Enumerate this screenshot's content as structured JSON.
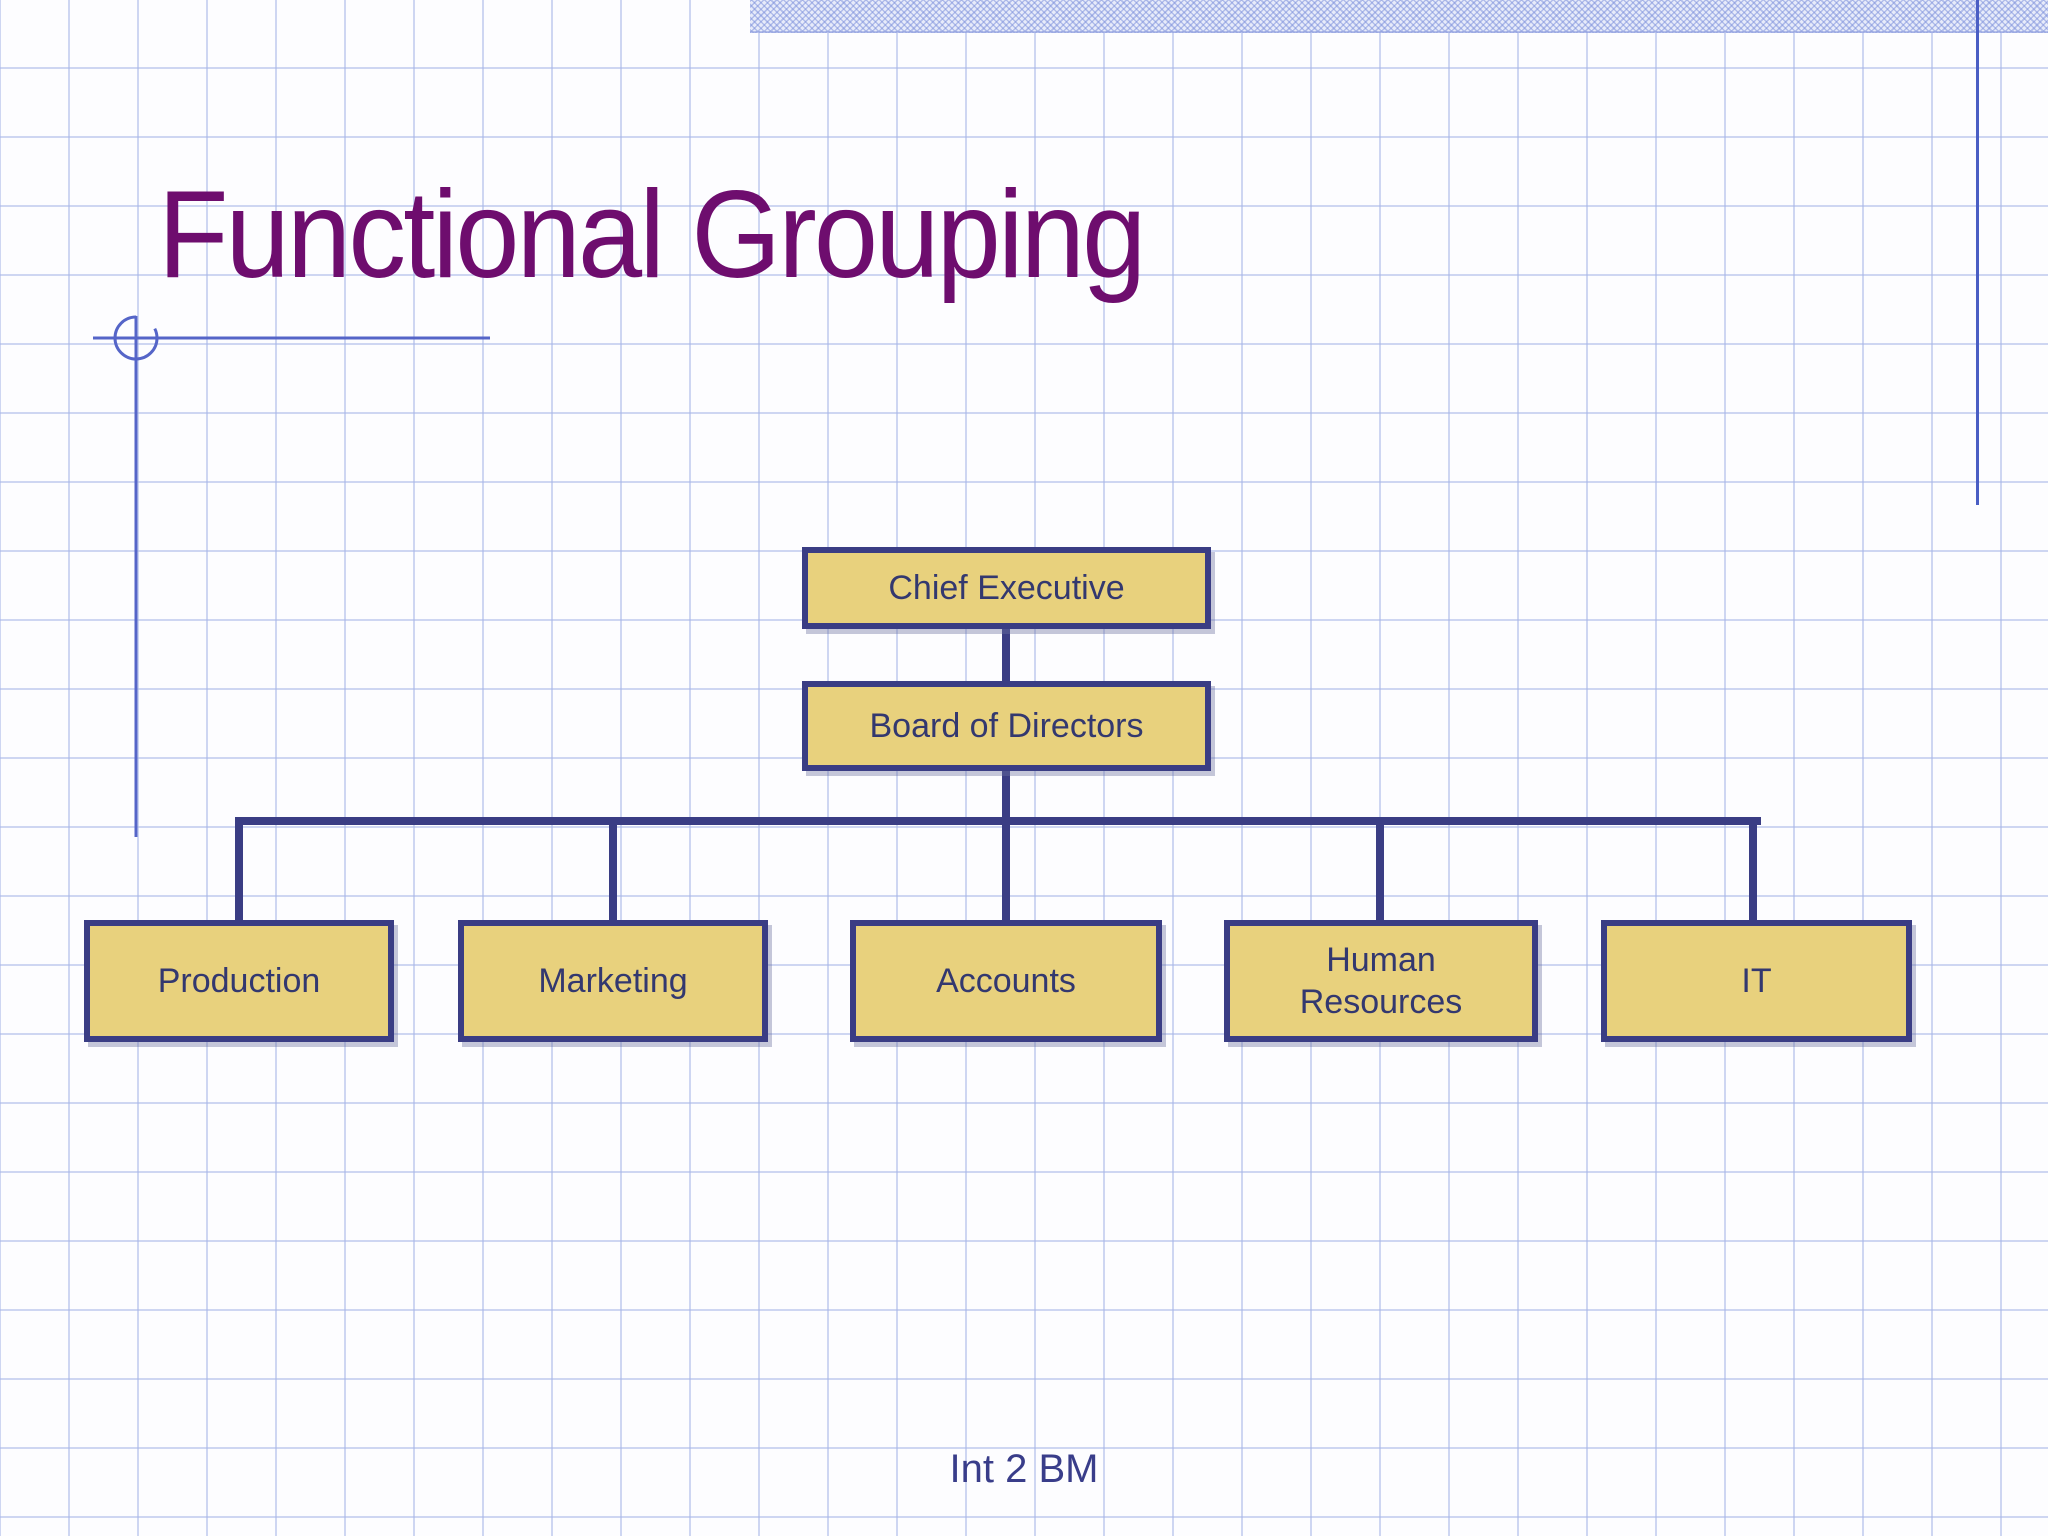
{
  "slide": {
    "title": "Functional Grouping",
    "footer": "Int 2 BM"
  },
  "org_chart": {
    "type": "org-chart",
    "root": {
      "label": "Chief Executive"
    },
    "root_reports_to_none": true,
    "level2": {
      "label": "Board of Directors"
    },
    "departments": [
      {
        "label": "Production"
      },
      {
        "label": "Marketing"
      },
      {
        "label": "Accounts"
      },
      {
        "label": "Human Resources"
      },
      {
        "label": "IT"
      }
    ],
    "hierarchy": "Chief Executive > Board of Directors > [Production, Marketing, Accounts, Human Resources, IT]"
  },
  "colors": {
    "title_color": "#6e0d6e",
    "box_fill": "#e8d17d",
    "box_border": "#3a3d84",
    "box_text": "#33386f",
    "footer_color": "#393d8a",
    "accent_blue": "#4a5ec4",
    "decor_blue": "#5565c8",
    "grid_line": "#a8b6e8"
  }
}
